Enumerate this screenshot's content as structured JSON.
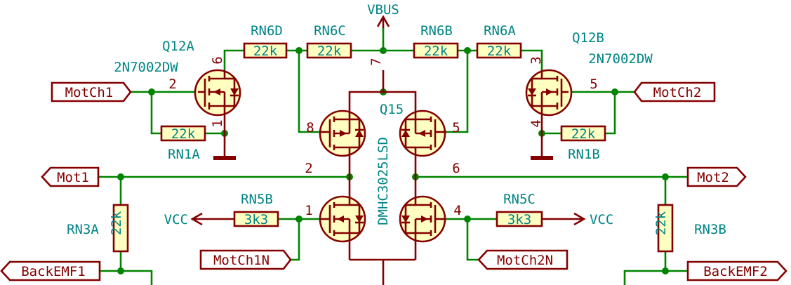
{
  "power": {
    "vbus": "VBUS",
    "vcc_left": "VCC",
    "vcc_right": "VCC"
  },
  "q12a": {
    "ref": "Q12A",
    "value": "2N7002DW",
    "pin_gate": "2",
    "pin_drain": "6",
    "pin_source": "1"
  },
  "q12b": {
    "ref": "Q12B",
    "value": "2N7002DW",
    "pin_gate": "5",
    "pin_drain": "3",
    "pin_source": "4"
  },
  "q15": {
    "ref": "Q15",
    "value": "DMHC3025LSD",
    "pin7": "7",
    "pin8": "8",
    "pin5": "5",
    "pin2": "2",
    "pin6": "6",
    "pin1": "1",
    "pin4": "4"
  },
  "resistors": {
    "rn6d": {
      "ref": "RN6D",
      "value": "22k"
    },
    "rn6c": {
      "ref": "RN6C",
      "value": "22k"
    },
    "rn6b": {
      "ref": "RN6B",
      "value": "22k"
    },
    "rn6a": {
      "ref": "RN6A",
      "value": "22k"
    },
    "rn1a": {
      "ref": "RN1A",
      "value": "22k"
    },
    "rn1b": {
      "ref": "RN1B",
      "value": "22k"
    },
    "rn5b": {
      "ref": "RN5B",
      "value": "3k3"
    },
    "rn5c": {
      "ref": "RN5C",
      "value": "3k3"
    },
    "rn3a": {
      "ref": "RN3A",
      "value": "22k"
    },
    "rn3b": {
      "ref": "RN3B",
      "value": "22k"
    }
  },
  "labels": {
    "motch1": "MotCh1",
    "motch2": "MotCh2",
    "mot1": "Mot1",
    "mot2": "Mot2",
    "motch1n": "MotCh1N",
    "motch2n": "MotCh2N",
    "backemf1": "BackEMF1",
    "backemf2": "BackEMF2"
  }
}
